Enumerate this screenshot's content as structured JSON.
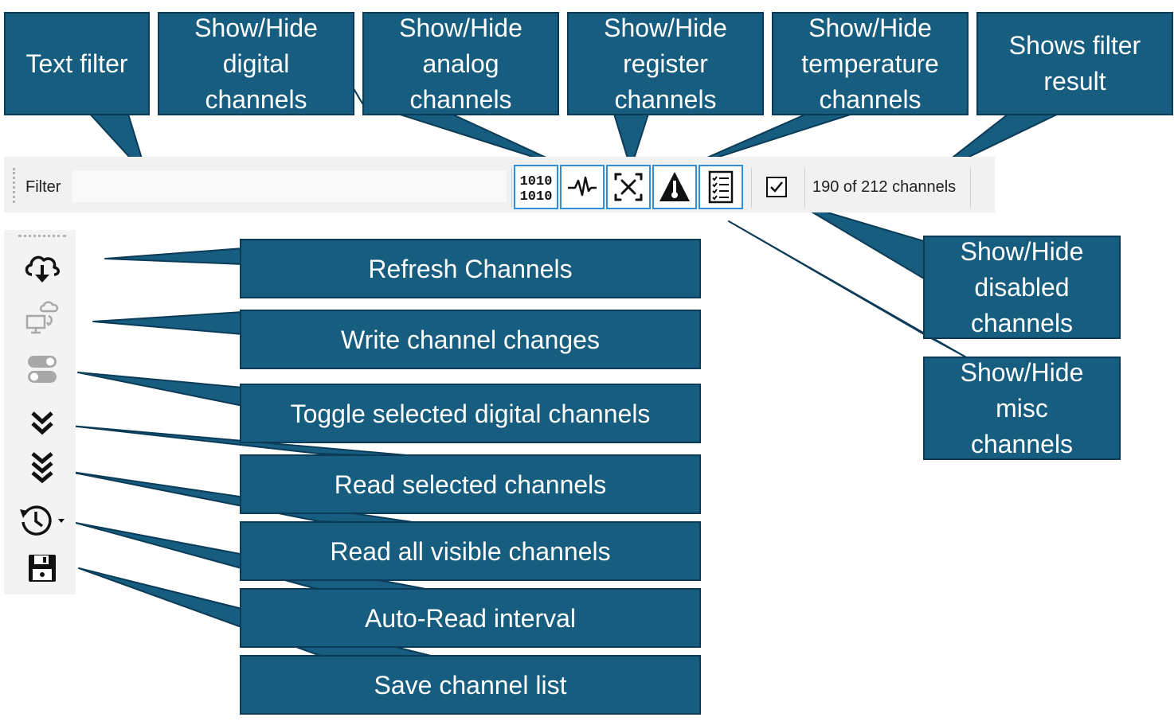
{
  "toolbar": {
    "filter_label": "Filter",
    "filter_value": "",
    "result_text": "190 of 212 channels",
    "buttons": [
      {
        "icon": "digital-channels-icon"
      },
      {
        "icon": "analog-channels-icon"
      },
      {
        "icon": "register-channels-icon"
      },
      {
        "icon": "temperature-channels-icon"
      },
      {
        "icon": "misc-channels-icon"
      }
    ],
    "checkbox_icon": "disabled-channels-checkbox-icon"
  },
  "side_toolbar": {
    "buttons": [
      {
        "icon": "cloud-download-icon"
      },
      {
        "icon": "write-to-device-icon"
      },
      {
        "icon": "toggle-switches-icon"
      },
      {
        "icon": "double-chevron-down-icon"
      },
      {
        "icon": "triple-chevron-down-icon"
      },
      {
        "icon": "history-clock-icon"
      },
      {
        "icon": "save-floppy-icon"
      }
    ]
  },
  "callouts": {
    "text_filter": "Text filter",
    "digital": "Show/Hide\ndigital\nchannels",
    "analog": "Show/Hide\nanalog\nchannels",
    "register": "Show/Hide\nregister\nchannels",
    "temperature": "Show/Hide\ntemperature\nchannels",
    "filter_result": "Shows filter\nresult",
    "disabled": "Show/Hide\ndisabled\nchannels",
    "misc": "Show/Hide\nmisc\nchannels",
    "refresh": "Refresh Channels",
    "write": "Write channel changes",
    "toggle": "Toggle selected digital channels",
    "read_selected": "Read selected channels",
    "read_all": "Read all visible channels",
    "auto_read": "Auto-Read interval",
    "save": "Save channel list"
  },
  "colors": {
    "callout_fill": "#175d80",
    "callout_border": "#0b3b57",
    "button_border": "#2f8fd8"
  }
}
